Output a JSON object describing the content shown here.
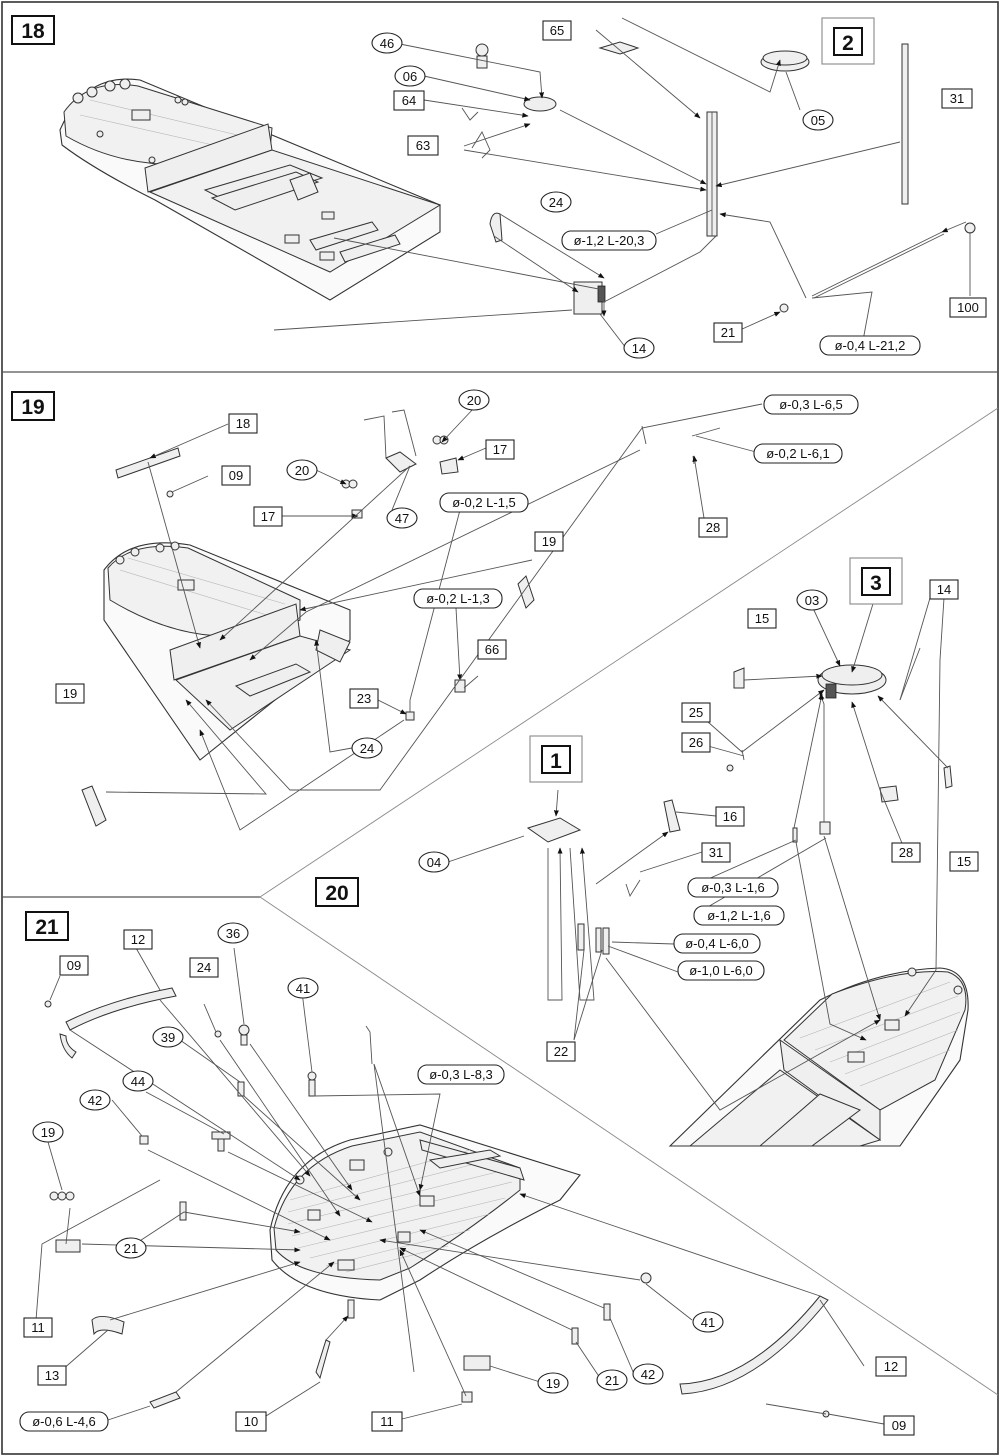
{
  "steps": {
    "s18": "18",
    "s19": "19",
    "s20": "20",
    "s21": "21"
  },
  "subassemblies": {
    "a1": "1",
    "a2": "2",
    "a3": "3"
  },
  "step18": {
    "p46": "46",
    "p65": "65",
    "p06": "06",
    "p64": "64",
    "p63": "63",
    "p05": "05",
    "p31": "31",
    "p24": "24",
    "rod_mast": "ø-1,2 L-20,3",
    "p14": "14",
    "p21": "21",
    "rod_boom": "ø-0,4 L-21,2",
    "p100": "100"
  },
  "step19": {
    "p18": "18",
    "p09": "09",
    "p20a": "20",
    "p20b": "20",
    "p17a": "17",
    "p17b": "17",
    "p47": "47",
    "wire_15": "ø-0,2 L-1,5",
    "p19a": "19",
    "wire_13": "ø-0,2 L-1,3",
    "p66": "66",
    "p23": "23",
    "p24": "24",
    "p19b": "19",
    "rod_65": "ø-0,3 L-6,5",
    "rod_61": "ø-0,2 L-6,1",
    "p28": "28"
  },
  "step20": {
    "p03": "03",
    "p14": "14",
    "p15a": "15",
    "p25": "25",
    "p26": "26",
    "p04": "04",
    "p16": "16",
    "p31": "31",
    "rod_a": "ø-0,3 L-1,6",
    "rod_b": "ø-1,2 L-1,6",
    "p28": "28",
    "p15b": "15",
    "rod_c": "ø-0,4 L-6,0",
    "rod_d": "ø-1,0 L-6,0",
    "p22": "22"
  },
  "step21": {
    "p09a": "09",
    "p12a": "12",
    "p24": "24",
    "p36": "36",
    "p41a": "41",
    "rod_83": "ø-0,3 L-8,3",
    "p39": "39",
    "p44": "44",
    "p42a": "42",
    "p19a": "19",
    "p21a": "21",
    "p11a": "11",
    "p13": "13",
    "rod_46": "ø-0,6 L-4,6",
    "p10": "10",
    "p11b": "11",
    "p19b": "19",
    "p21b": "21",
    "p42b": "42",
    "p41b": "41",
    "p12b": "12",
    "p09b": "09"
  }
}
